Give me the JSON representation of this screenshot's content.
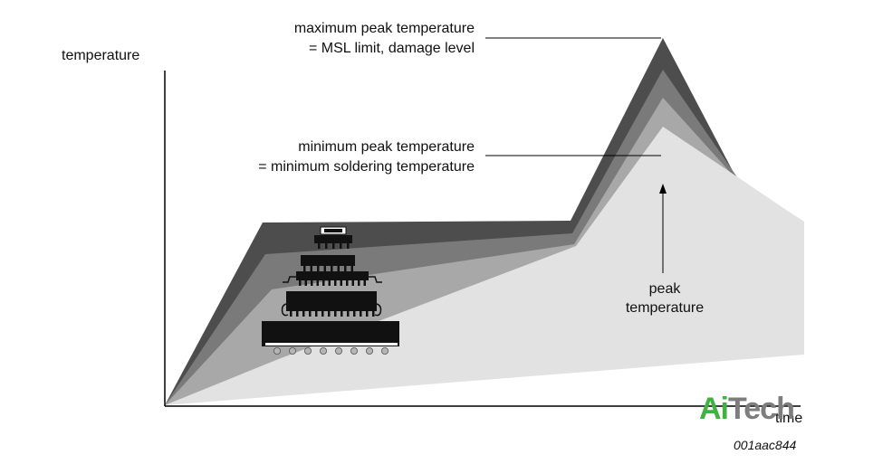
{
  "diagram": {
    "y_axis_label": "temperature",
    "x_axis_label": "time",
    "max_peak_label": [
      "maximum peak temperature",
      "= MSL limit, damage level"
    ],
    "min_peak_label": [
      "minimum peak temperature",
      "= minimum soldering temperature"
    ],
    "peak_label": [
      "peak",
      "temperature"
    ],
    "figure_code": "001aac844",
    "watermark": {
      "part1": "Ai",
      "part2": "Tech"
    },
    "profiles": [
      {
        "name": "profile-1",
        "color": "#4d4d4d"
      },
      {
        "name": "profile-2",
        "color": "#7a7a7a"
      },
      {
        "name": "profile-3",
        "color": "#a8a8a8"
      },
      {
        "name": "profile-4",
        "color": "#e2e2e2"
      }
    ],
    "package_color": "#111111"
  }
}
